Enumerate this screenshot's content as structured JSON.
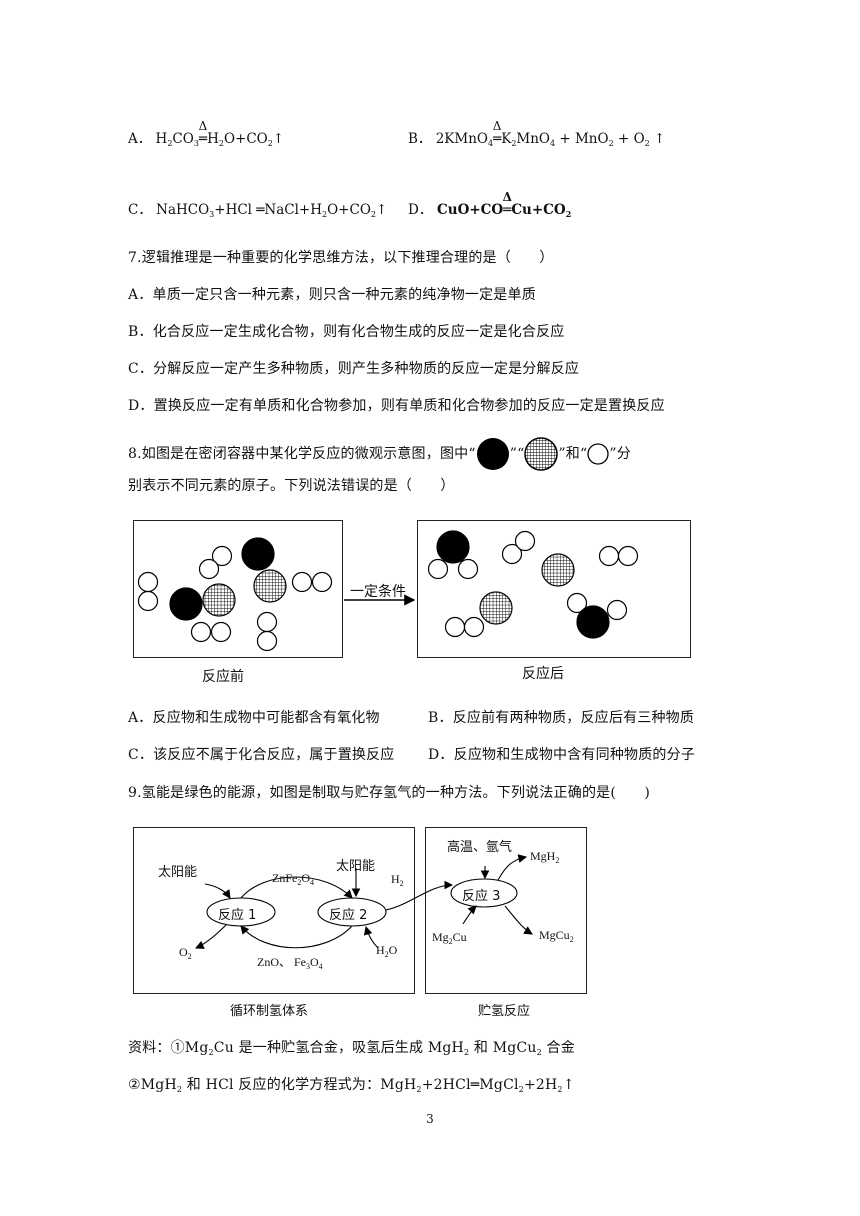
{
  "q6": {
    "a_label": "A．",
    "a_f1": "H",
    "a_s1": "2",
    "a_f2": "CO",
    "a_s2": "3",
    "a_cond": "Δ",
    "a_eq": "═",
    "a_f3": "H",
    "a_s3": "2",
    "a_f4": "O+CO",
    "a_s4": "2",
    "a_up": "↑",
    "b_label": "B．",
    "b_f1": "2KMnO",
    "b_s1": "4",
    "b_cond": "Δ",
    "b_eq": "═",
    "b_f2": "K",
    "b_s2": "2",
    "b_f3": "MnO",
    "b_s3": "4",
    "b_f4": " + MnO",
    "b_s4": "2",
    "b_f5": " + O",
    "b_s5": "2",
    "b_up": " ↑",
    "c_label": "C．",
    "c_f1": "NaHCO",
    "c_s1": "3",
    "c_f2": "+HCl ═NaCl+H",
    "c_s2": "2",
    "c_f3": "O+CO",
    "c_s3": "2",
    "c_up": "↑",
    "d_label": "D．",
    "d_f1": "CuO+CO",
    "d_cond": "Δ",
    "d_eq": "═",
    "d_f2": "Cu+CO",
    "d_s2": "2"
  },
  "q7": {
    "stem": "7.逻辑推理是一种重要的化学思维方法，以下推理合理的是（　　）",
    "a": "A．单质一定只含一种元素，则只含一种元素的纯净物一定是单质",
    "b": "B．化合反应一定生成化合物，则有化合物生成的反应一定是化合反应",
    "c": "C．分解反应一定产生多种物质，则产生多种物质的反应一定是分解反应",
    "d": "D．置换反应一定有单质和化合物参加，则有单质和化合物参加的反应一定是置换反应"
  },
  "q8": {
    "stem_1": "8.如图是在密闭容器中某化学反应的微观示意图，图中“",
    "stem_2": "”“",
    "stem_3": "”和“",
    "stem_4": "”分",
    "stem_5": "别表示不同元素的原子。下列说法错误的是（　　）",
    "arrow_label": "一定条件",
    "before_label": "反应前",
    "after_label": "反应后",
    "a": "A．反应物和生成物中可能都含有氧化物",
    "b": "B．反应前有两种物质，反应后有三种物质",
    "c": "C．该反应不属于化合反应，属于置换反应",
    "d": "D．反应物和生成物中含有同种物质的分子"
  },
  "q9": {
    "stem": "9.氢能是绿色的能源，如图是制取与贮存氢气的一种方法。下列说法正确的是(　　)",
    "solar_1": "太阳能",
    "solar_2": "太阳能",
    "zn_fe2o4_a": "ZnFe",
    "zn_fe2o4_s1": "2",
    "zn_fe2o4_b": "O",
    "zn_fe2o4_s2": "4",
    "h2_a": "H",
    "h2_s": "2",
    "r1": "反应 1",
    "r2": "反应 2",
    "r3": "反应 3",
    "o2_a": "O",
    "o2_s": "2",
    "h2o_a": "H",
    "h2o_s": "2",
    "h2o_b": "O",
    "zno_a": "ZnO、 Fe",
    "zno_s1": "3",
    "zno_b": "O",
    "zno_s2": "4",
    "high_temp": "高温、氩气",
    "mgh2_a": "MgH",
    "mgh2_s": "2",
    "mg2cu_a": "Mg",
    "mg2cu_s": "2",
    "mg2cu_b": "Cu",
    "mgcu2_a": "MgCu",
    "mgcu2_s": "2",
    "cycle_label": "循环制氢体系",
    "storage_label": "贮氢反应",
    "info1_a": "资料：①Mg",
    "info1_s1": "2",
    "info1_b": "Cu 是一种贮氢合金，吸氢后生成 MgH",
    "info1_s2": "2",
    "info1_c": " 和 MgCu",
    "info1_s3": "2",
    "info1_d": " 合金",
    "info2_a": "②MgH",
    "info2_s1": "2",
    "info2_b": " 和 HCl 反应的化学方程式为：MgH",
    "info2_s2": "2",
    "info2_c": "+2HCl═MgCl",
    "info2_s3": "2",
    "info2_d": "+2H",
    "info2_s4": "2",
    "info2_e": "↑"
  },
  "page_number": "3"
}
